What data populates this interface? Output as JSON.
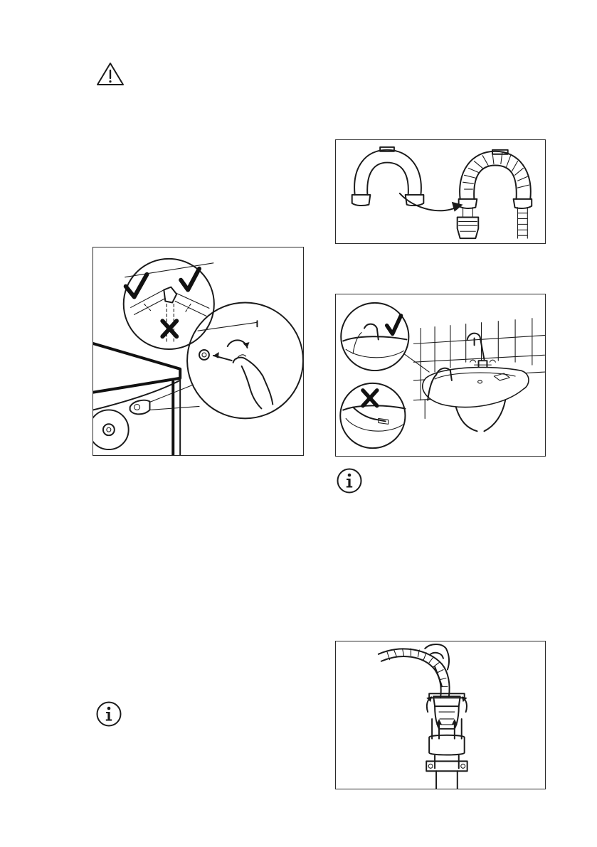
{
  "icons": {
    "warning": "warning-triangle-icon",
    "info_1": "info-icon",
    "info_2": "info-icon"
  },
  "figures": [
    {
      "name": "water-inlet-hose-angle-figure",
      "marks": [
        "correct",
        "correct",
        "incorrect"
      ]
    },
    {
      "name": "hose-guide-attach-figure"
    },
    {
      "name": "drain-hose-on-sink-figure",
      "marks": [
        "correct",
        "incorrect"
      ]
    },
    {
      "name": "drain-hose-in-standpipe-figure"
    }
  ]
}
